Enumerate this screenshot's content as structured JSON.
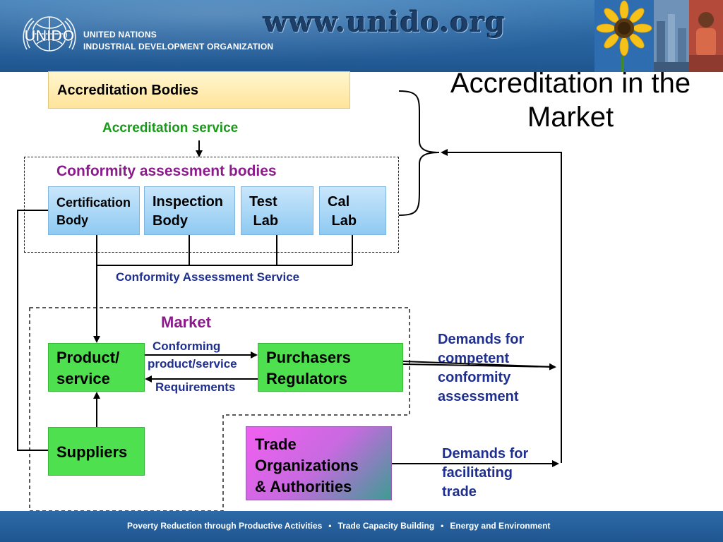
{
  "header": {
    "logo_text": "UNIDO",
    "org_line1": "UNITED NATIONS",
    "org_line2": "INDUSTRIAL DEVELOPMENT ORGANIZATION",
    "url": "www.unido.org"
  },
  "title": {
    "line1": "Accreditation in the",
    "line2": "Market"
  },
  "diagram": {
    "accreditation_bodies": "Accreditation Bodies",
    "accreditation_service": "Accreditation service",
    "cab_heading": "Conformity assessment bodies",
    "cab_boxes": [
      {
        "line1": "Certification",
        "line2": "Body"
      },
      {
        "line1": "Inspection",
        "line2": "Body"
      },
      {
        "line1": "Test",
        "line2": " Lab"
      },
      {
        "line1": "Cal",
        "line2": " Lab"
      }
    ],
    "cas_label": "Conformity Assessment Service",
    "market_label": "Market",
    "product": {
      "line1": "Product/",
      "line2": "service"
    },
    "conforming": {
      "line1": "Conforming",
      "line2": "product/service"
    },
    "requirements": "Requirements",
    "purchasers": {
      "line1": "Purchasers",
      "line2": "Regulators"
    },
    "suppliers": "Suppliers",
    "trade": {
      "line1": "Trade",
      "line2": "Organizations",
      "line3": "& Authorities"
    },
    "demand_competent": {
      "line1": "Demands for",
      "line2": "competent",
      "line3": "conformity",
      "line4": "assessment"
    },
    "demand_trade": {
      "line1": "Demands for",
      "line2": "facilitating",
      "line3": "trade"
    }
  },
  "footer": {
    "item1": "Poverty Reduction through Productive Activities",
    "item2": "Trade Capacity Building",
    "item3": "Energy and Environment",
    "bullet": "•"
  },
  "colors": {
    "header_blue": "#2b67a3",
    "green_text": "#1a9a1a",
    "purple_text": "#8b1a8b",
    "navy_text": "#1f2f8f",
    "green_box": "#4ee04e",
    "blue_box": "#8fcaf2",
    "yellow_box": "#ffe49a"
  }
}
